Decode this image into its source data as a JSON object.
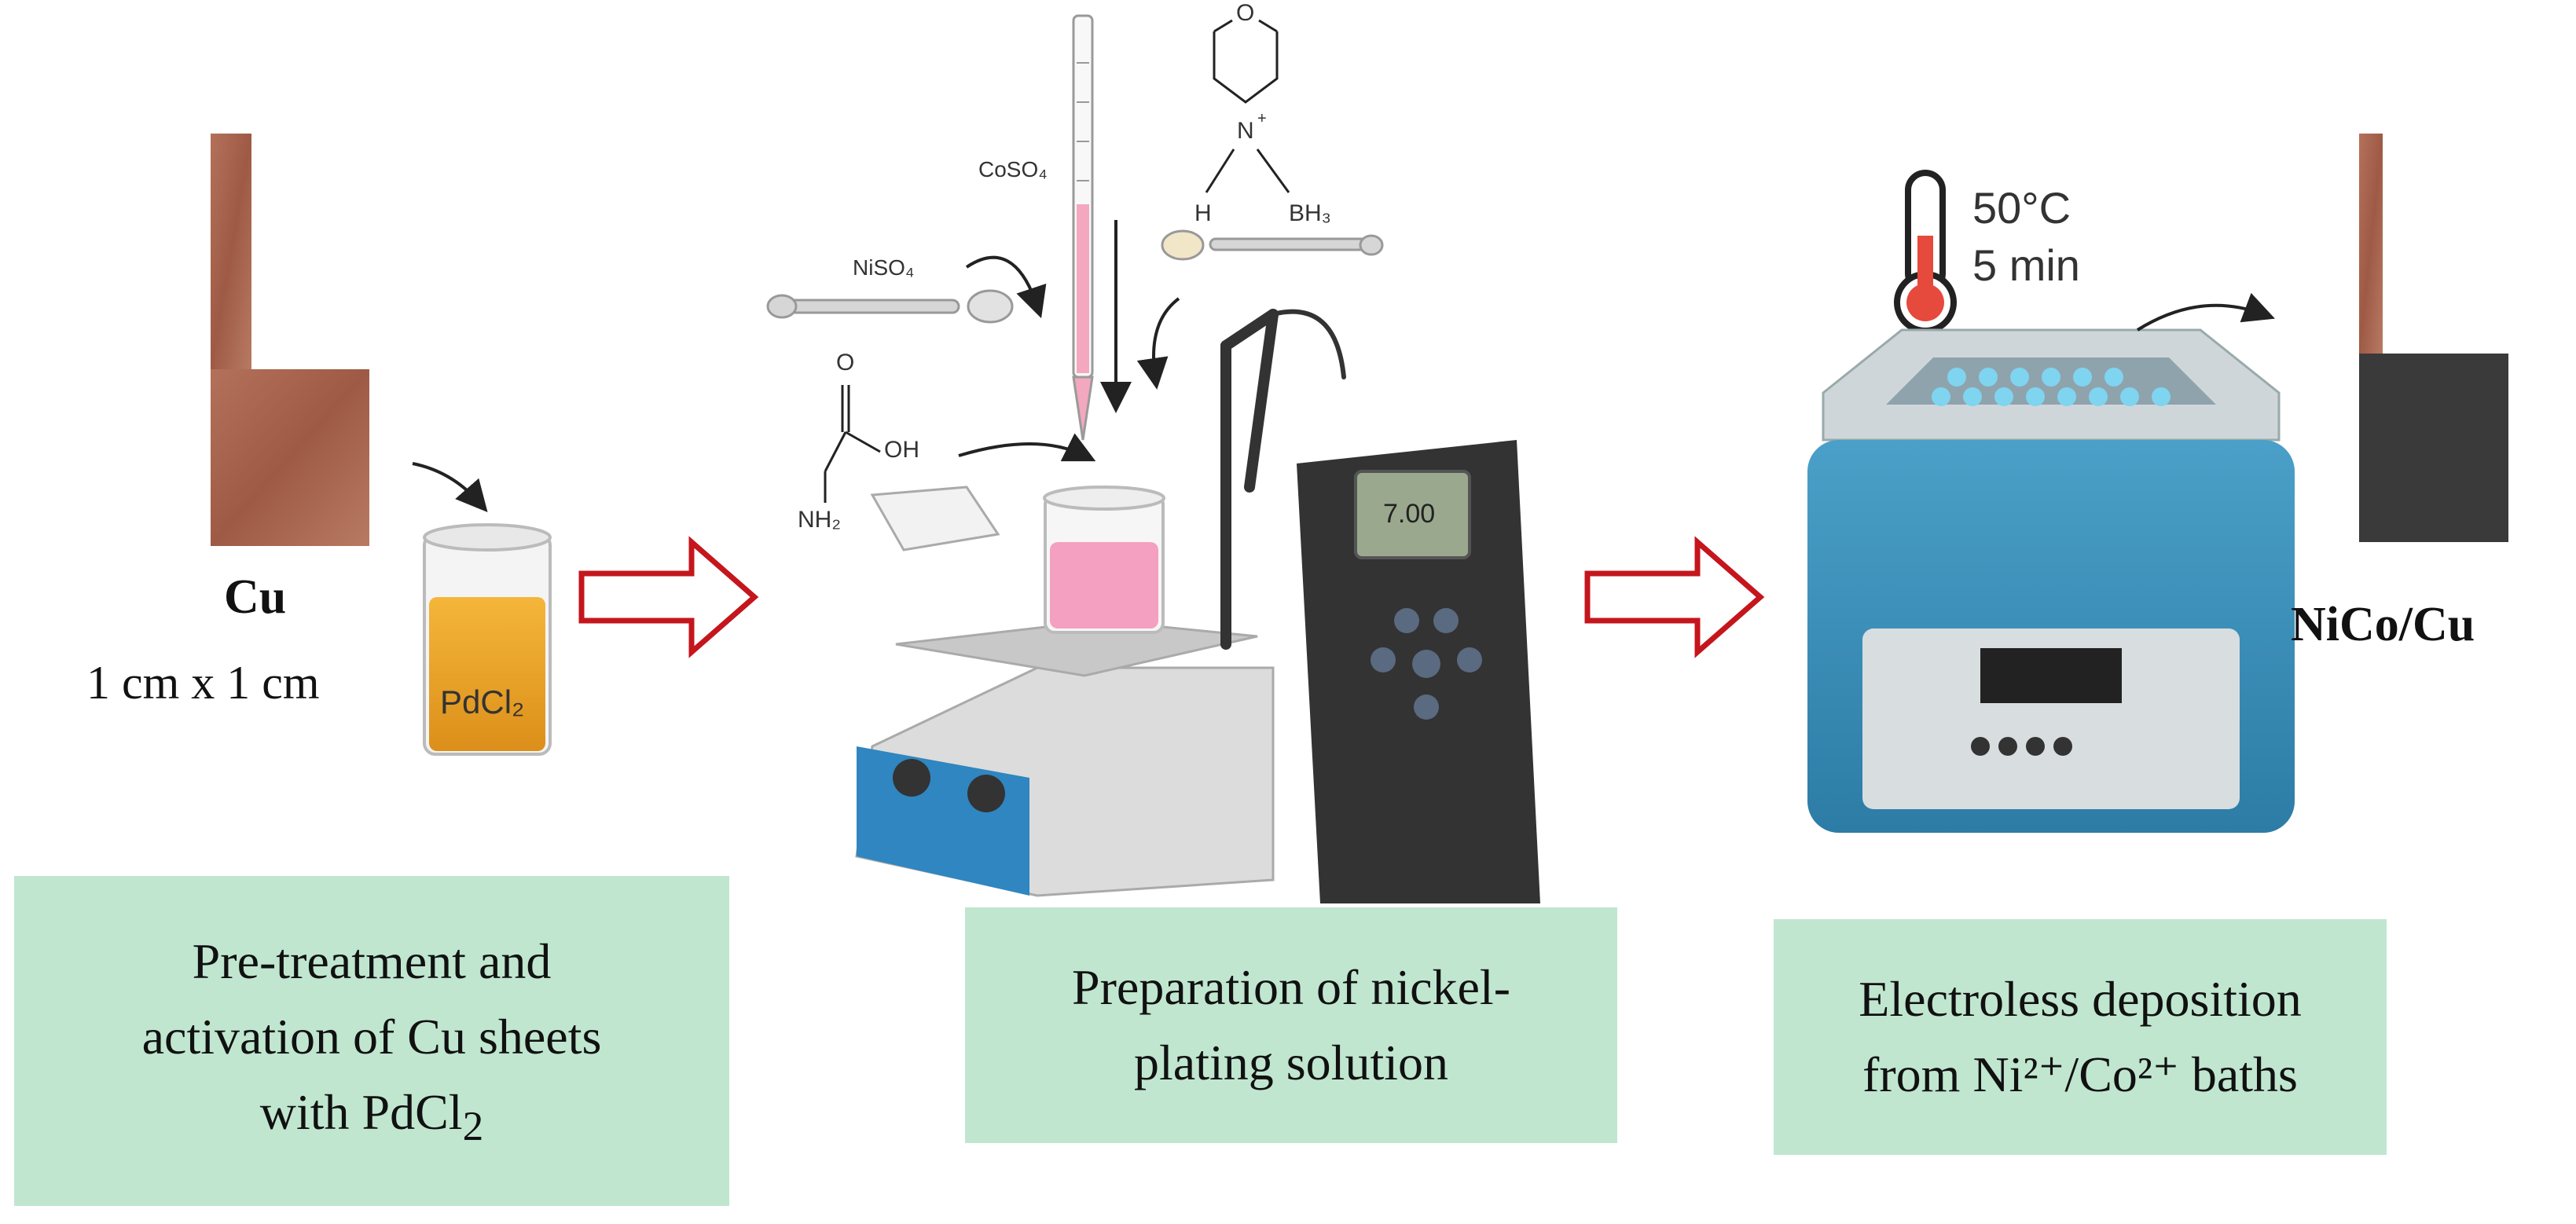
{
  "step1": {
    "cu_label": "Cu",
    "size_label": "1 cm x 1 cm",
    "beaker_label": "PdCl₂",
    "box_line1": "Pre-treatment and",
    "box_line2": "activation of Cu sheets",
    "box_line3_prefix": "with PdCl",
    "box_line3_sub": "2"
  },
  "step2": {
    "coso4": "CoSO₄",
    "niso4": "NiSO₄",
    "morph_o": "O",
    "morph_n": "N",
    "morph_plus": "+",
    "morph_h": "H",
    "morph_bh3": "BH₃",
    "glycine_o": "O",
    "glycine_oh": "OH",
    "glycine_nh2": "NH₂",
    "meter_reading": "7.00",
    "box_line1": "Preparation of nickel-",
    "box_line2": "plating solution"
  },
  "step3": {
    "temp": "50°C",
    "time": "5 min",
    "result_label": "NiCo/Cu",
    "box_line1": "Electroless deposition",
    "box_line2": "from Ni²⁺/Co²⁺ baths"
  },
  "colors": {
    "box_fill": "#c0e6d0",
    "arrow_red": "#c4161c",
    "copper": "#a8614a",
    "nico": "#3a3a3a"
  }
}
